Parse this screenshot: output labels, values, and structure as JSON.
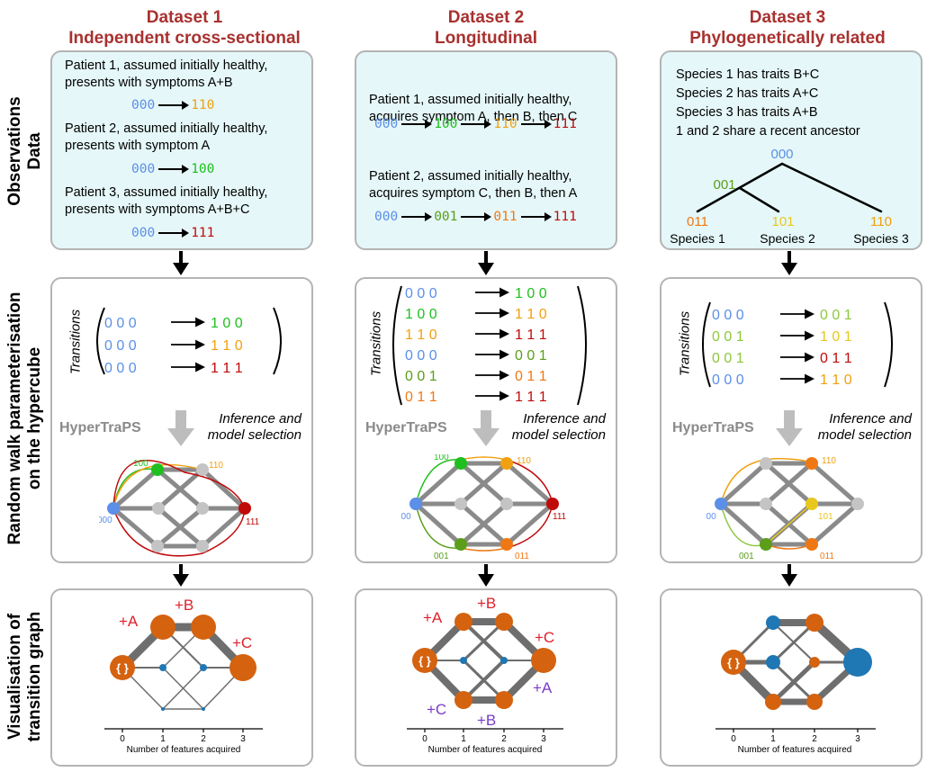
{
  "row_labels": [
    {
      "line1": "Observations",
      "line2": "Data"
    },
    {
      "line1": "Random walk parameterisation",
      "line2": "on the hypercube"
    },
    {
      "line1": "Visualisation of",
      "line2": "transition graph"
    }
  ],
  "datasets": [
    {
      "title": "Dataset 1",
      "subtitle": "Independent cross-sectional",
      "obs_lines": [
        "Patient 1, assumed initially healthy,",
        "presents with symptoms A+B",
        "Patient 2, assumed initially healthy,",
        "presents with symptom A",
        "Patient 3, assumed initially healthy,",
        "presents with symptoms A+B+C"
      ],
      "obs_seqs": [
        [
          "000",
          "110"
        ],
        [
          "000",
          "100"
        ],
        [
          "000",
          "111"
        ]
      ],
      "transitions": [
        [
          "0 0 0",
          "1 0 0"
        ],
        [
          "0 0 0",
          "1 1 0"
        ],
        [
          "0 0 0",
          "1 1 1"
        ]
      ]
    },
    {
      "title": "Dataset 2",
      "subtitle": "Longitudinal",
      "obs_lines": [
        "Patient 1, assumed initially healthy,",
        "acquires symptom A, then B, then C",
        "Patient 2, assumed initially healthy,",
        "acquires symptom C, then B, then A"
      ],
      "obs_seqs": [
        [
          "000",
          "100",
          "110",
          "111"
        ],
        [
          "000",
          "001",
          "011",
          "111"
        ]
      ],
      "transitions": [
        [
          "0 0 0",
          "1 0 0"
        ],
        [
          "1 0 0",
          "1 1 0"
        ],
        [
          "1 1 0",
          "1 1 1"
        ],
        [
          "0 0 0",
          "0 0 1"
        ],
        [
          "0 0 1",
          "0 1 1"
        ],
        [
          "0 1 1",
          "1 1 1"
        ]
      ]
    },
    {
      "title": "Dataset 3",
      "subtitle": "Phylogenetically related",
      "obs_lines": [
        "Species 1 has traits B+C",
        "Species 2 has traits A+C",
        "Species 3 has traits A+B",
        "1 and 2 share a recent ancestor"
      ],
      "tree": {
        "root": "000",
        "ancestor": "001",
        "leaves": [
          {
            "code": "011",
            "name": "Species 1"
          },
          {
            "code": "101",
            "name": "Species 2"
          },
          {
            "code": "110",
            "name": "Species 3"
          }
        ]
      },
      "transitions": [
        [
          "0 0 0",
          "0 0 1"
        ],
        [
          "0 0 1",
          "1 0 1"
        ],
        [
          "0 0 1",
          "0 1 1"
        ],
        [
          "0 0 0",
          "1 1 0"
        ]
      ]
    }
  ],
  "transitions_label": "Transitions",
  "method_name": "HyperTraPS",
  "method_step": {
    "line1": "Inference and",
    "line2": "model selection"
  },
  "hypercube_labels": {
    "000": "000",
    "100": "100",
    "110": "110",
    "111": "111",
    "001": "001",
    "011": "011",
    "101": "101"
  },
  "vis": {
    "start_symbol": "{ }",
    "axis_ticks": [
      "0",
      "1",
      "2",
      "3"
    ],
    "axis_label": "Number of features acquired",
    "d1_labels": {
      "a": "+A",
      "b": "+B",
      "c": "+C"
    },
    "d2_labels": {
      "a": "+A",
      "b": "+B",
      "c": "+C",
      "c2": "+C",
      "b2": "+B",
      "a2": "+A"
    }
  },
  "colors": {
    "title": "#a8312f",
    "obs_bg": "#e5f7f8",
    "panel_border": "#b4b4b4",
    "s000": "#5b8fe8",
    "s100": "#1fbf1f",
    "s110": "#f0a010",
    "s111": "#c00a0a",
    "s001": "#5a9e1a",
    "s011": "#f07814",
    "s101": "#e8c81e",
    "node_orange": "#d4620f",
    "node_blue": "#1f77b4",
    "edge_grey": "#6e6e6e",
    "label_red": "#e0202a",
    "label_purple": "#7a3cc8"
  }
}
